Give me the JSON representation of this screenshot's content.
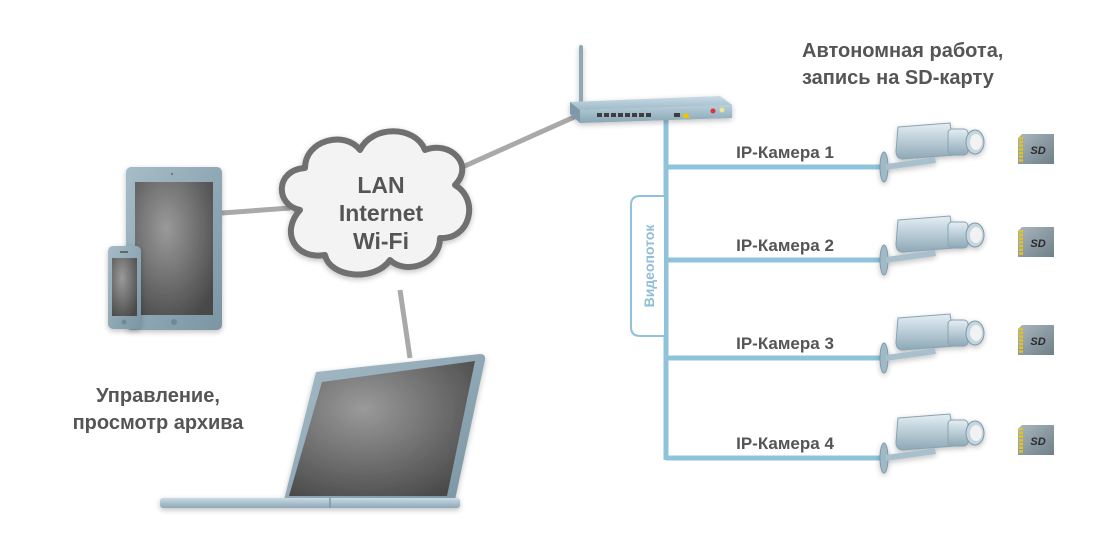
{
  "title": "IP camera network diagram",
  "cloud": {
    "lines": [
      "LAN",
      "Internet",
      "Wi-Fi"
    ]
  },
  "left_caption": {
    "line1": "Управление,",
    "line2": "просмотр архива"
  },
  "right_caption": {
    "line1": "Автономная работа,",
    "line2": "запись на SD-карту"
  },
  "stream_label": "Видеопоток",
  "cameras": [
    {
      "label": "IP-Камера 1",
      "storage": "SD"
    },
    {
      "label": "IP-Камера 2",
      "storage": "SD"
    },
    {
      "label": "IP-Камера 3",
      "storage": "SD"
    },
    {
      "label": "IP-Камера 4",
      "storage": "SD"
    }
  ],
  "devices": {
    "tablet": "tablet-icon",
    "phone": "smartphone-icon",
    "laptop": "laptop-icon",
    "router": "router-icon",
    "camera": "ip-camera-icon",
    "sd_card": "sd-card-icon"
  },
  "colors": {
    "text": "#555555",
    "network_line": "#8fc3dc",
    "gray_link": "#a9a9a9",
    "cloud_stroke": "#6f6f6f",
    "device_frame": "#8fa9b7"
  }
}
